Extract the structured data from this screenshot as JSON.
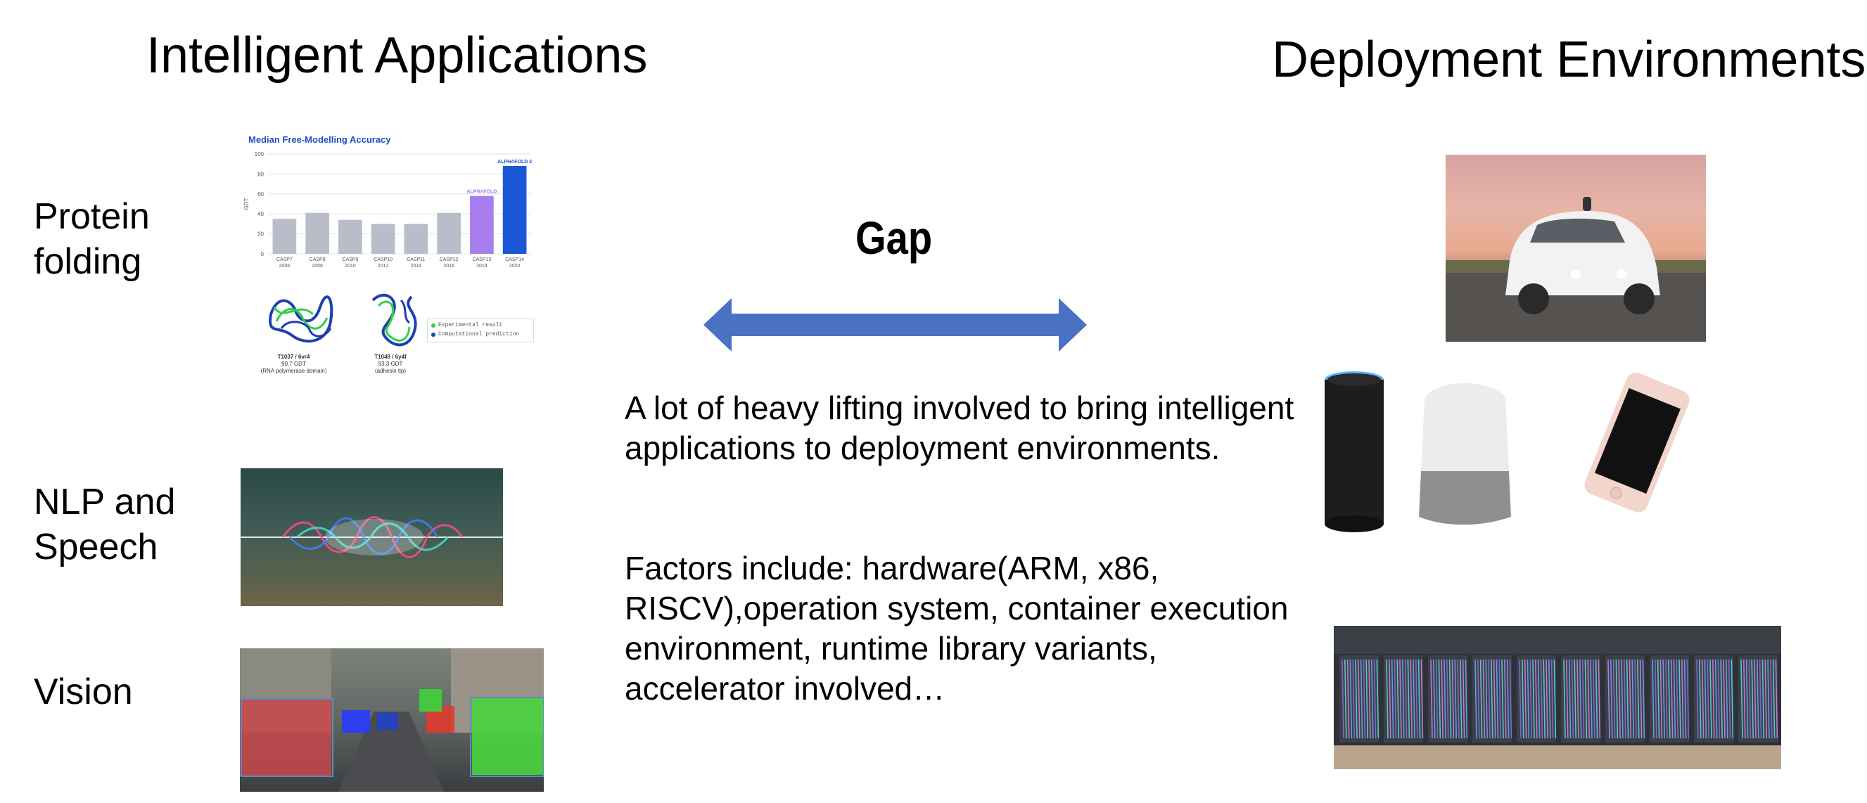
{
  "headings": {
    "left": "Intelligent Applications",
    "right": "Deployment Environments"
  },
  "rows": {
    "protein": "Protein folding",
    "nlp": "NLP and Speech",
    "vision": "Vision"
  },
  "gap": {
    "label": "Gap",
    "arrow_color": "#4a72c4"
  },
  "description": {
    "paragraph1": "A lot of heavy lifting involved to bring intelligent applications to deployment environments.",
    "paragraph2": "Factors include: hardware(ARM, x86, RISCV),operation system, container execution environment, runtime library variants, accelerator involved…"
  },
  "protein_figure": {
    "title": "Median Free-Modelling Accuracy",
    "ylabel": "GDT",
    "legend": [
      "Experimental result",
      "Computational prediction"
    ],
    "structures": [
      {
        "id": "T1037 / 6vr4",
        "score": "90.7 GDT",
        "desc": "(RNA polymerase domain)"
      },
      {
        "id": "T1049 / 6y4f",
        "score": "93.3 GDT",
        "desc": "(adhesin tip)"
      }
    ]
  },
  "chart_data": {
    "type": "bar",
    "title": "Median Free-Modelling Accuracy",
    "ylabel": "GDT",
    "ylim": [
      0,
      100
    ],
    "yticks": [
      0,
      20,
      40,
      60,
      80,
      100
    ],
    "categories": [
      "CASP7 2006",
      "CASP8 2008",
      "CASP9 2010",
      "CASP10 2012",
      "CASP11 2014",
      "CASP12 2016",
      "CASP13 2018",
      "CASP14 2020"
    ],
    "category_names": [
      "CASP7",
      "CASP8",
      "CASP9",
      "CASP10",
      "CASP11",
      "CASP12",
      "CASP13",
      "CASP14"
    ],
    "category_years": [
      "2006",
      "2008",
      "2010",
      "2012",
      "2014",
      "2016",
      "2018",
      "2020"
    ],
    "values": [
      35,
      41,
      34,
      30,
      30,
      41,
      58,
      88
    ],
    "colors": [
      "#b9bdc9",
      "#b9bdc9",
      "#b9bdc9",
      "#b9bdc9",
      "#b9bdc9",
      "#b9bdc9",
      "#a77df0",
      "#1a56d6"
    ],
    "annotations": [
      {
        "index": 6,
        "text": "ALPHAFOLD",
        "color": "#a77df0"
      },
      {
        "index": 7,
        "text": "ALPHAFOLD 2",
        "color": "#1a56d6"
      }
    ],
    "grid": true
  }
}
